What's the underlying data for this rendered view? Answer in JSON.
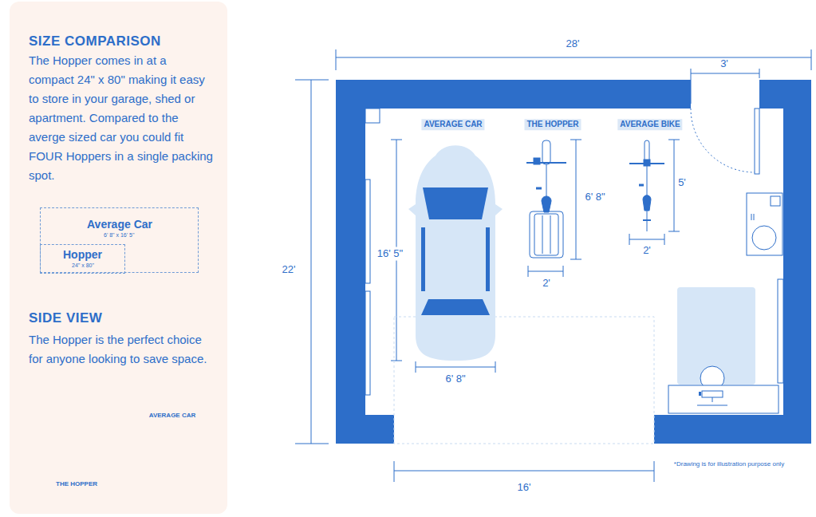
{
  "diagram": {
    "nodes": [
      {
        "text": [
          "SIZE COMPARISON",
          "The Hopper comes in at a compact 24\" x 80\" making it easy to store in your garage, shed or apartment. Compared to the averge sized car you could fit FOUR Hoppers in a single packing spot.",
          "SIDE VIEW",
          "The Hopper is the perfect choice for anyone looking to save space."
        ]
      },
      {
        "text": [
          "Average Car",
          "6' 8\" x 16' 5\""
        ],
        "in": 0
      },
      {
        "text": [
          "Hopper",
          "24\" x 80\""
        ],
        "in": 1
      }
    ],
    "labels": [
      "28'",
      "3'",
      "22'",
      "AVERAGE CAR",
      "THE HOPPER",
      "AVERAGE BIKE",
      "16' 5\"",
      "6' 8\"",
      "5'",
      "2'",
      "2'",
      "6' 8\"",
      "16'",
      "*Drawing is for illustration purpose only",
      "AVERAGE CAR",
      "THE HOPPER"
    ]
  }
}
